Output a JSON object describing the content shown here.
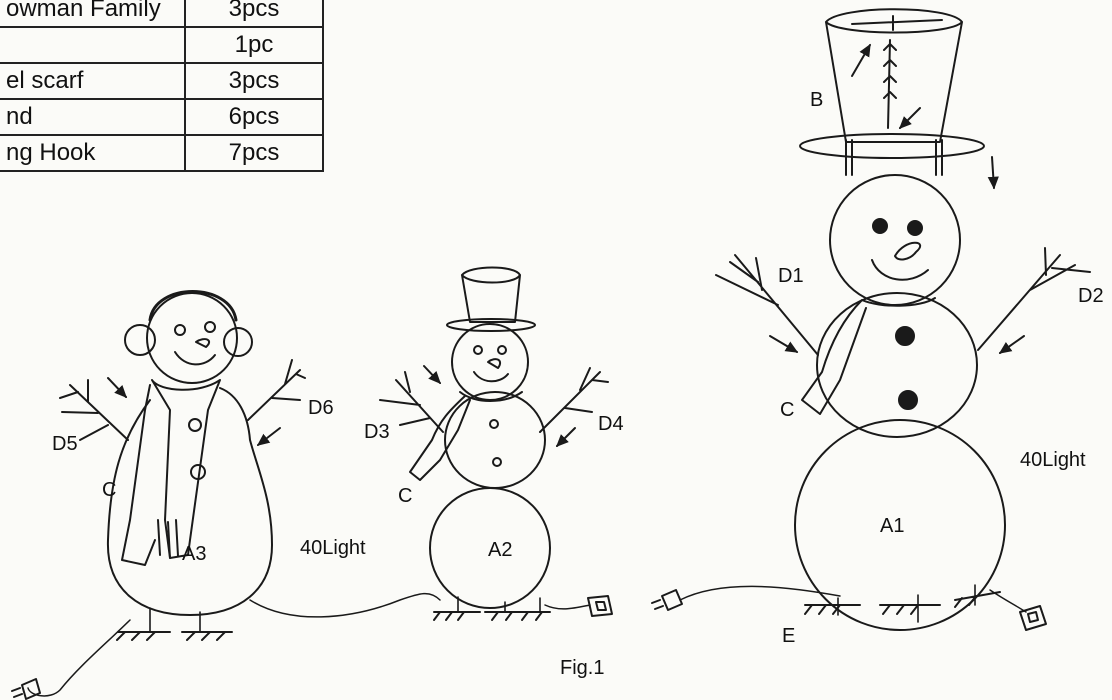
{
  "parts_table": [
    {
      "name": "owman Family",
      "qty": "3pcs"
    },
    {
      "name": "",
      "qty": "1pc"
    },
    {
      "name": "el scarf",
      "qty": "3pcs"
    },
    {
      "name": "nd",
      "qty": "6pcs"
    },
    {
      "name": "ng Hook",
      "qty": "7pcs"
    }
  ],
  "labels": {
    "A1": "A1",
    "A2": "A2",
    "A3": "A3",
    "B": "B",
    "C_left": "C",
    "C_mid": "C",
    "C_right": "C",
    "D1": "D1",
    "D2": "D2",
    "D3": "D3",
    "D4": "D4",
    "D5": "D5",
    "D6": "D6",
    "E": "E",
    "light_left": "40Light",
    "light_right": "40Light",
    "figure": "Fig.1"
  }
}
